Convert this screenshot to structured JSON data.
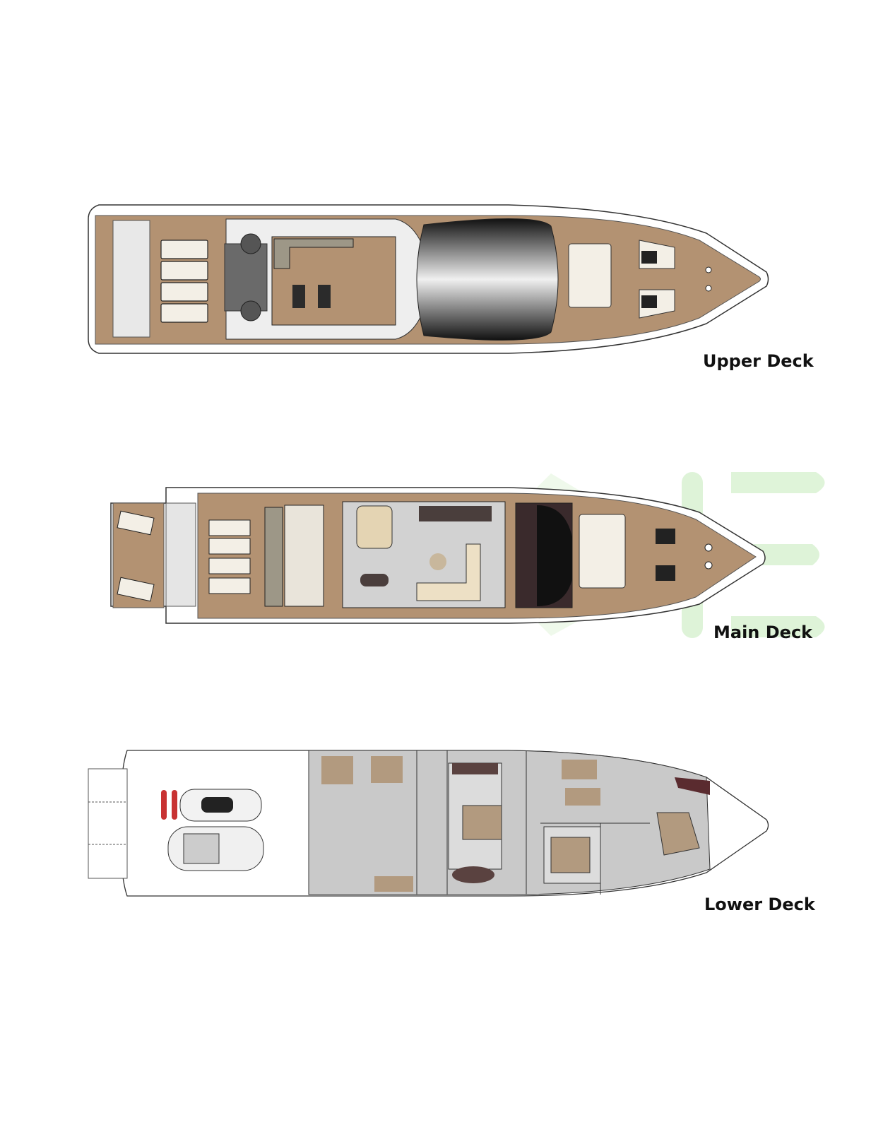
{
  "decks": [
    {
      "id": "upper",
      "label": "Upper Deck"
    },
    {
      "id": "main",
      "label": "Main Deck"
    },
    {
      "id": "lower",
      "label": "Lower Deck"
    }
  ],
  "colors": {
    "teak": "#b39272",
    "cushion": "#f3efe6",
    "glass": "#141414",
    "hull_line": "#3a3a3a",
    "floor_grey": "#c9c9c9",
    "bed": "#b29a7f",
    "watermark": "#d6f0cf"
  }
}
